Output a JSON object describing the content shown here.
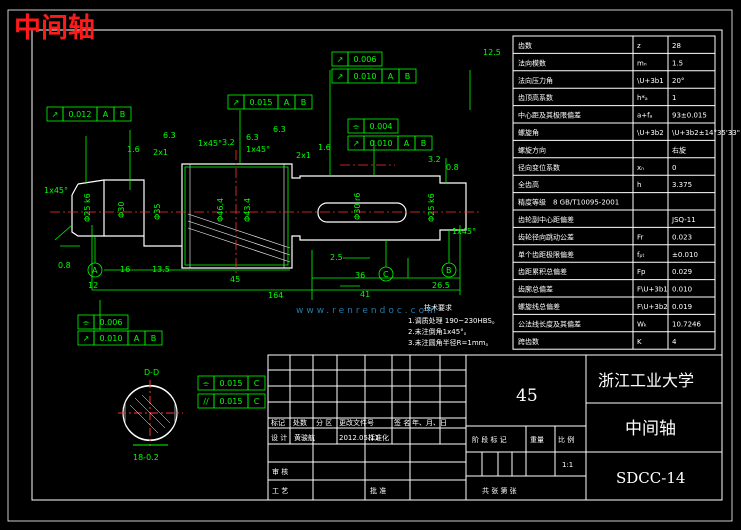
{
  "title_stamp": "中间轴",
  "table": {
    "rows": [
      {
        "name": "齿数",
        "sym": "z",
        "val": "28"
      },
      {
        "name": "法向模数",
        "sym": "mₙ",
        "val": "1.5"
      },
      {
        "name": "法向压力角",
        "sym": "\\U+3b1",
        "val": "20°"
      },
      {
        "name": "齿顶高系数",
        "sym": "h*ₐ",
        "val": "1"
      },
      {
        "name": "中心距及其极限偏差",
        "sym": "a+fₐ",
        "val": "93±0.015"
      },
      {
        "name": "螺旋角",
        "sym": "\\U+3b2",
        "val": "\\U+3b2±14°35'33\""
      },
      {
        "name": "螺旋方向",
        "sym": "",
        "val": "右旋"
      },
      {
        "name": "径向变位系数",
        "sym": "xₙ",
        "val": "0"
      },
      {
        "name": "全齿高",
        "sym": "h",
        "val": "3.375"
      },
      {
        "name": "精度等级",
        "sym": "8 GB/T10095-2001",
        "val": ""
      },
      {
        "name": "齿轮副中心距偏差",
        "sym": "",
        "val": "JSQ-11"
      },
      {
        "name": "齿轮径向跳动公差",
        "sym": "Fr",
        "val": "0.023"
      },
      {
        "name": "单个齿距极限偏差",
        "sym": "fₚₜ",
        "val": "±0.010"
      },
      {
        "name": "齿距累积总偏差",
        "sym": "Fp",
        "val": "0.029"
      },
      {
        "name": "齿廓总偏差",
        "sym": "F\\U+3b1",
        "val": "0.010"
      },
      {
        "name": "螺旋线总偏差",
        "sym": "F\\U+3b2",
        "val": "0.019"
      },
      {
        "name": "公法线长度及其偏差",
        "sym": "Wₖ",
        "val": "10.7246"
      },
      {
        "name": "跨齿数",
        "sym": "K",
        "val": "4"
      }
    ]
  },
  "title_block": {
    "scale_num": "45",
    "university": "浙江工业大学",
    "part_name": "中间轴",
    "drawing_no": "SDCC-14",
    "ratio": "1:1",
    "header_labels": [
      "标记",
      "处数",
      "分 区",
      "更改文件号",
      "签 名",
      "年、月、日"
    ],
    "design_row": [
      "设 计",
      "黄骏航",
      "2012.05.11",
      "标准化"
    ],
    "right_headers": [
      "阶 段 标 记",
      "重量",
      "比 例"
    ],
    "review": "审 核",
    "process": "工 艺",
    "approve": "批 准",
    "sheets": "共    张  第    张"
  },
  "tech_req": {
    "heading": "技术要求",
    "items": [
      "1.调质处理 190~230HBS。",
      "2.未注倒角1x45°。",
      "3.未注圆角半径R=1mm。"
    ]
  },
  "annotations": {
    "tol_boxes": [
      {
        "sym": "↗",
        "val": "0.006"
      },
      {
        "sym": "↗",
        "val": "0.010",
        "ref": [
          "A",
          "B"
        ]
      },
      {
        "sym": "↗",
        "val": "0.012",
        "ref": [
          "A",
          "B"
        ]
      },
      {
        "sym": "↗",
        "val": "0.015",
        "ref": [
          "A",
          "B"
        ]
      },
      {
        "sym": "⌯",
        "val": "0.004"
      },
      {
        "sym": "↗",
        "val": "0.010",
        "ref": [
          "A",
          "B"
        ]
      },
      {
        "sym": "⌯",
        "val": "0.006"
      },
      {
        "sym": "↗",
        "val": "0.010",
        "ref": [
          "A",
          "B"
        ]
      },
      {
        "sym": "⌯",
        "val": "0.015",
        "ref": [
          "C"
        ]
      },
      {
        "sym": "//",
        "val": "0.015",
        "ref": [
          "C"
        ]
      }
    ],
    "dims": [
      "12",
      "16",
      "13.5",
      "45",
      "164",
      "36",
      "41",
      "26.5",
      "2.5",
      "0.8",
      "1.6",
      "3.2",
      "6.3",
      "12.5"
    ],
    "chamfers": [
      "1x45°",
      "2x1",
      "1x45°",
      "1x45°",
      "2x1",
      "1x45°"
    ],
    "datums": [
      "A",
      "B",
      "C"
    ],
    "section_label": "D-D",
    "section_dim": "18-0.2",
    "diameters": [
      "Φ25 k6",
      "Φ30",
      "Φ35",
      "Φ46.4",
      "Φ43.4",
      "Φ30 r6",
      "Φ25 k6"
    ]
  },
  "watermark": "www.renrendoc.com"
}
